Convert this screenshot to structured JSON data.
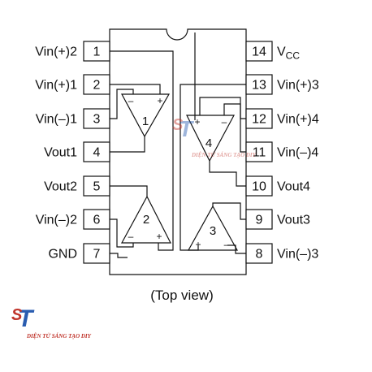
{
  "pins_left": [
    {
      "num": "1",
      "label": "Vin(+)2"
    },
    {
      "num": "2",
      "label": "Vin(+)1"
    },
    {
      "num": "3",
      "label": "Vin(–)1"
    },
    {
      "num": "4",
      "label": "Vout1"
    },
    {
      "num": "5",
      "label": "Vout2"
    },
    {
      "num": "6",
      "label": "Vin(–)2"
    },
    {
      "num": "7",
      "label": "GND"
    }
  ],
  "pins_right": [
    {
      "num": "14",
      "label": "V",
      "sub": "CC"
    },
    {
      "num": "13",
      "label": "Vin(+)3"
    },
    {
      "num": "12",
      "label": "Vin(+)4"
    },
    {
      "num": "11",
      "label": "Vin(–)4"
    },
    {
      "num": "10",
      "label": "Vout4"
    },
    {
      "num": "9",
      "label": "Vout3"
    },
    {
      "num": "8",
      "label": "Vin(–)3"
    }
  ],
  "amplifiers": [
    {
      "num": "1",
      "minus": "–",
      "plus": "+"
    },
    {
      "num": "2",
      "minus": "–",
      "plus": "+"
    },
    {
      "num": "3",
      "minus": "–",
      "plus": "+"
    },
    {
      "num": "4",
      "minus": "–",
      "plus": "+"
    }
  ],
  "caption": "(Top view)",
  "watermark": {
    "logo_text": "ST",
    "text": "DIỆN TỬ SÁNG TẠO DIY"
  },
  "colors": {
    "line": "#111111",
    "watermark_red": "#c0342b",
    "watermark_blue": "#2a5db0"
  }
}
